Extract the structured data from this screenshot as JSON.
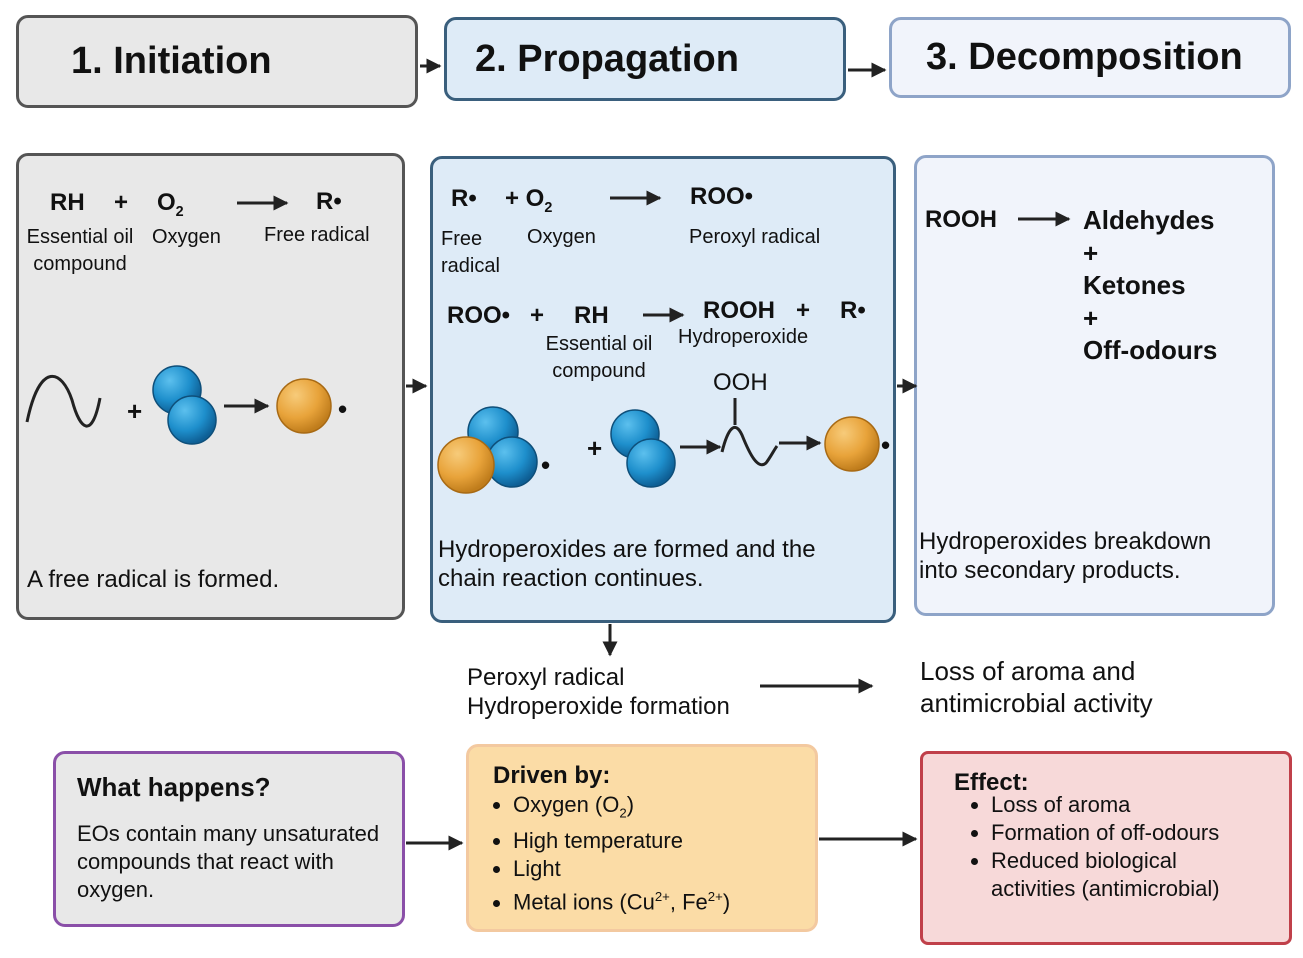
{
  "stages": {
    "initiation": "1.  Initiation",
    "propagation": "2. Propagation",
    "decomposition": "3. Decomposition"
  },
  "initiation": {
    "reactant": "RH",
    "plus": "+",
    "oxygen": "O",
    "oxygen_sub": "2",
    "product": "R•",
    "reactant_label_1": "Essential oil",
    "reactant_label_2": "compound",
    "oxygen_label": "Oxygen",
    "product_label": "Free radical",
    "dot": "•",
    "caption": "A free radical is formed."
  },
  "propagation": {
    "r1_reactant": "R•",
    "r1_plus_oxygen": "+ O",
    "r1_oxygen_sub": "2",
    "r1_product": "ROO•",
    "r1_reactant_label_1": "Free",
    "r1_reactant_label_2": "radical",
    "r1_oxygen_label": "Oxygen",
    "r1_product_label": "Peroxyl radical",
    "r2_reactant": "ROO•",
    "r2_plus": "+",
    "r2_rh": "RH",
    "r2_rh_label_1": "Essential oil",
    "r2_rh_label_2": "compound",
    "r2_product": "ROOH",
    "r2_plus2": "+",
    "r2_product2": "R•",
    "r2_product_label": "Hydroperoxide",
    "ooh": "OOH",
    "dot": "•",
    "caption_1": "Hydroperoxides are formed and the",
    "caption_2": "chain reaction continues."
  },
  "decomposition": {
    "reactant": "ROOH",
    "products": [
      "Aldehydes",
      "+",
      "Ketones",
      "+",
      "Off-odours"
    ],
    "caption_1": "Hydroperoxides breakdown",
    "caption_2": "into secondary products."
  },
  "middle": {
    "left_1": "Peroxyl radical",
    "left_2": "Hydroperoxide formation",
    "right_1": "Loss of aroma and",
    "right_2": "antimicrobial activity"
  },
  "what_happens": {
    "title": "What happens?",
    "line_1": "EOs contain many unsaturated",
    "line_2": "compounds that react with",
    "line_3": "oxygen."
  },
  "driven_by": {
    "title": "Driven by:",
    "items": [
      "Oxygen (O",
      "High temperature",
      "Light",
      "Metal ions (Cu"
    ],
    "oxygen_sub": "2",
    "oxygen_close": ")",
    "cu_sup": "2+",
    "fe": ", Fe",
    "fe_sup": "2+",
    "metal_close": ")"
  },
  "effect": {
    "title": "Effect:",
    "items": [
      "Loss of aroma",
      "Formation of off-odours",
      "Reduced biological"
    ],
    "item3_line2": "activities (antimicrobial)"
  },
  "colors": {
    "gray_fill": "#e8e8e8",
    "gray_border": "#555555",
    "blue_fill": "#deebf7",
    "blue_border": "#3a5f7d",
    "pale_fill": "#f1f4fb",
    "pale_border": "#8ea4c8",
    "molecule_blue": "#1e8fcc",
    "molecule_orange": "#e8a33a",
    "purple_border": "#8a4fa8",
    "yellow_fill": "#fbdca6",
    "yellow_border": "#f3c9a0",
    "red_fill": "#f7d9d9",
    "red_border": "#c0404a"
  }
}
